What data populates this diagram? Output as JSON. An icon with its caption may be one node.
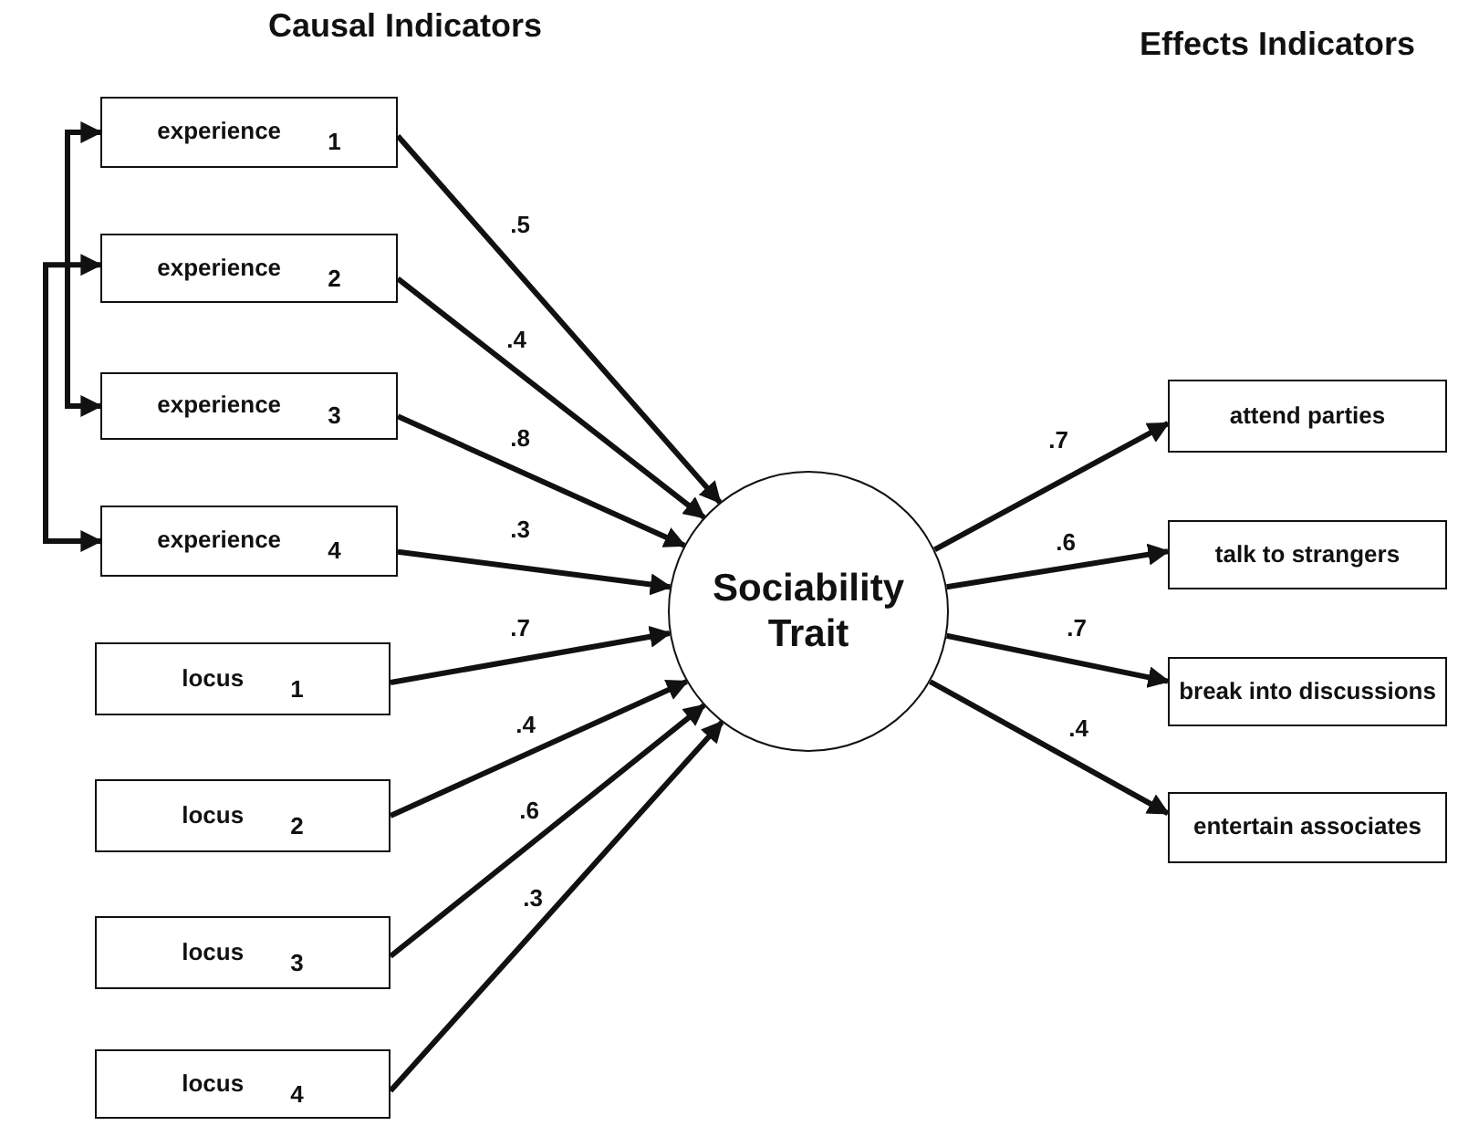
{
  "diagram": {
    "nodes": [
      {
        "text": [
          "experience $_{1}$"
        ]
      },
      {
        "text": [
          "experience $_{2}$"
        ]
      },
      {
        "text": [
          "experience $_{3}$"
        ]
      },
      {
        "text": [
          "experience $_{4}$"
        ]
      },
      {
        "text": [
          "locus $_{1}$"
        ]
      },
      {
        "text": [
          "locus $_{2}$"
        ]
      },
      {
        "text": [
          "locus $_{3}$"
        ]
      },
      {
        "text": [
          "locus $_{4}$"
        ]
      },
      {
        "text": [
          "Sociability Trait"
        ]
      },
      {
        "text": [
          "attend parties"
        ]
      },
      {
        "text": [
          "talk to strangers"
        ]
      },
      {
        "text": [
          "break into discussions"
        ]
      },
      {
        "text": [
          "entertain associates"
        ]
      }
    ],
    "edges": [
      {
        "from": 0,
        "to": 8,
        "arrow": "to",
        "label": ".5"
      },
      {
        "from": 1,
        "to": 8,
        "arrow": "to",
        "label": ".4"
      },
      {
        "from": 2,
        "to": 8,
        "arrow": "to",
        "label": ".8"
      },
      {
        "from": 3,
        "to": 8,
        "arrow": "to",
        "label": ".3"
      },
      {
        "from": 4,
        "to": 8,
        "arrow": "to",
        "label": ".7"
      },
      {
        "from": 5,
        "to": 8,
        "arrow": "to",
        "label": ".4"
      },
      {
        "from": 6,
        "to": 8,
        "arrow": "to",
        "label": ".6"
      },
      {
        "from": 7,
        "to": 8,
        "arrow": "to",
        "label": ".3"
      },
      {
        "from": 8,
        "to": 9,
        "arrow": "to",
        "label": ".7"
      },
      {
        "from": 8,
        "to": 10,
        "arrow": "to",
        "label": ".6"
      },
      {
        "from": 8,
        "to": 11,
        "arrow": "to",
        "label": ".7"
      },
      {
        "from": 8,
        "to": 12,
        "arrow": "to",
        "label": ".4"
      },
      {
        "from": 0,
        "to": 2,
        "arrow": "both"
      },
      {
        "from": 1,
        "to": 3,
        "arrow": "both"
      }
    ],
    "labels": [
      "Causal Indicators",
      "Effects Indicators"
    ]
  }
}
